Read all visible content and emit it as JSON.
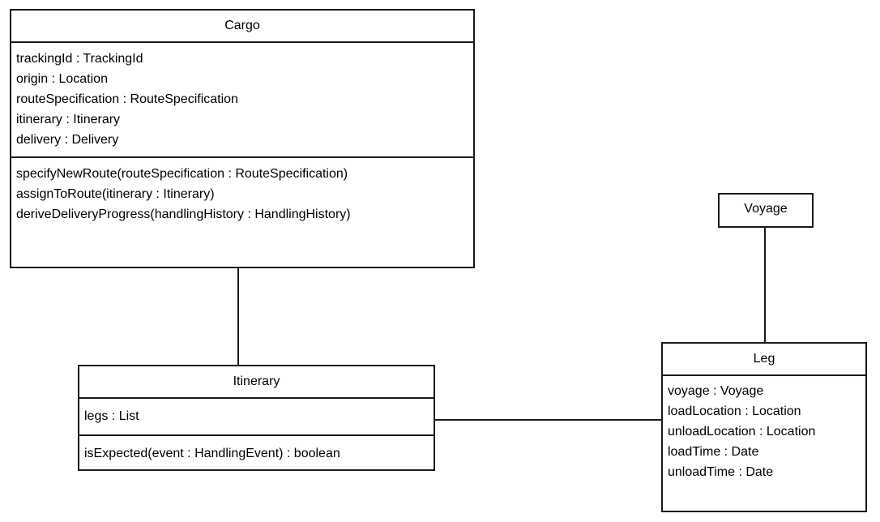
{
  "diagram": {
    "kind": "uml-class-diagram",
    "background_color": "#ffffff",
    "line_color": "#1a1a1a",
    "classes": [
      {
        "name": "Cargo",
        "attributes": [
          "trackingId : TrackingId",
          "origin : Location",
          "routeSpecification : RouteSpecification",
          "itinerary : Itinerary",
          "delivery : Delivery"
        ],
        "operations": [
          "specifyNewRoute(routeSpecification : RouteSpecification)",
          "assignToRoute(itinerary : Itinerary)",
          "deriveDeliveryProgress(handlingHistory : HandlingHistory)"
        ]
      },
      {
        "name": "Voyage",
        "attributes": [],
        "operations": []
      },
      {
        "name": "Itinerary",
        "attributes": [
          "legs : List"
        ],
        "operations": [
          "isExpected(event : HandlingEvent) : boolean"
        ]
      },
      {
        "name": "Leg",
        "attributes": [
          "voyage : Voyage",
          "loadLocation : Location",
          "unloadLocation : Location",
          "loadTime : Date",
          "unloadTime : Date"
        ],
        "operations": []
      }
    ],
    "associations": [
      {
        "from": "Cargo",
        "to": "Itinerary",
        "orientation": "vertical"
      },
      {
        "from": "Voyage",
        "to": "Leg",
        "orientation": "vertical"
      },
      {
        "from": "Itinerary",
        "to": "Leg",
        "orientation": "horizontal"
      }
    ]
  }
}
